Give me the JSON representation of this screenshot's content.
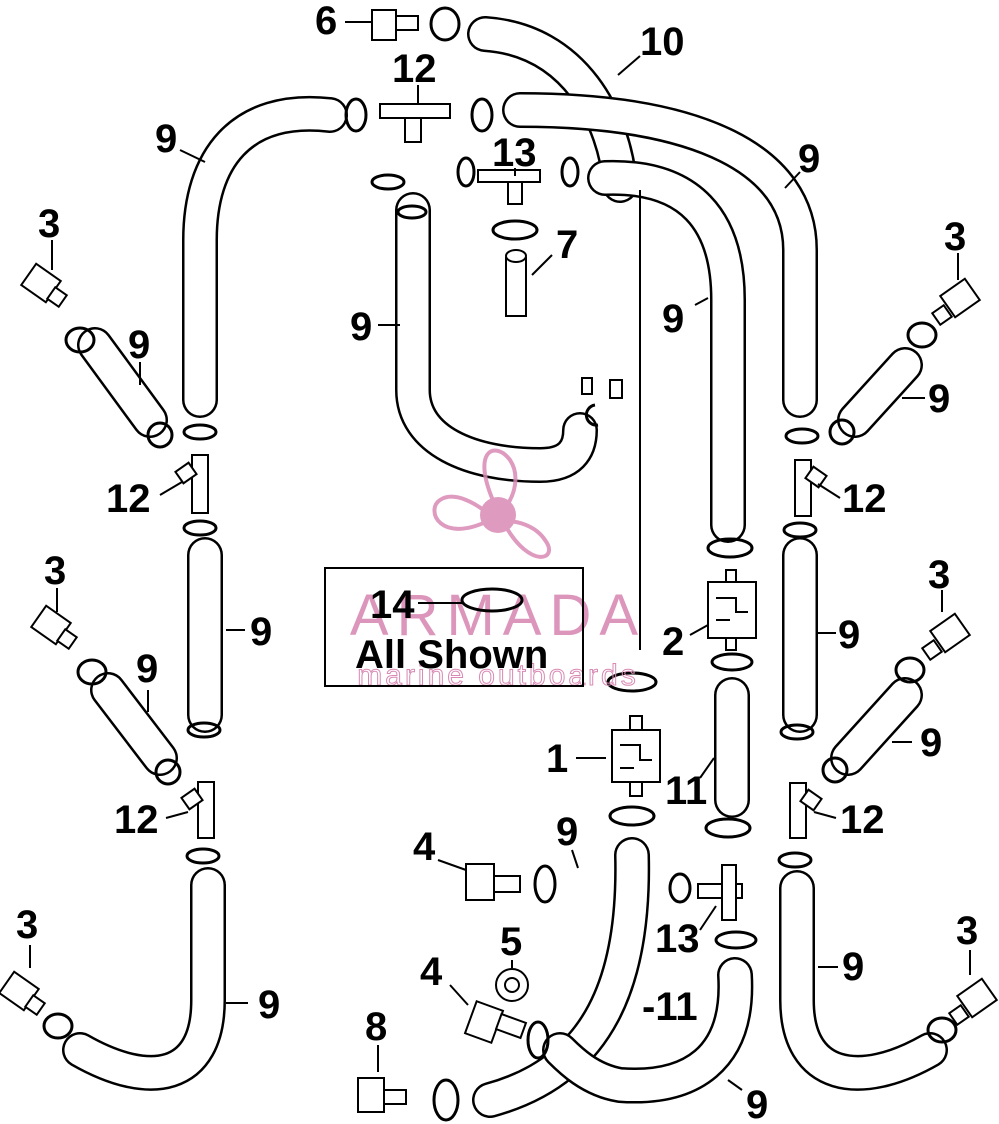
{
  "diagram": {
    "callouts": {
      "c1": "1",
      "c2": "2",
      "c3a": "3",
      "c3b": "3",
      "c3c": "3",
      "c3d": "3",
      "c3e": "3",
      "c3f": "3",
      "c4a": "4",
      "c4b": "4",
      "c5": "5",
      "c6": "6",
      "c7": "7",
      "c8": "8",
      "c9a": "9",
      "c9b": "9",
      "c9c": "9",
      "c9d": "9",
      "c9e": "9",
      "c9f": "9",
      "c9g": "9",
      "c9h": "9",
      "c9i": "9",
      "c9j": "9",
      "c9k": "9",
      "c9l": "9",
      "c9m": "9",
      "c9n": "9",
      "c10": "10",
      "c11a": "11",
      "c11b": "-11",
      "c12a": "12",
      "c12b": "12",
      "c12c": "12",
      "c12d": "12",
      "c12e": "12",
      "c13a": "13",
      "c13b": "13"
    },
    "inset": {
      "number": "14",
      "caption": "All Shown"
    },
    "watermark": {
      "brand": "ARMADA",
      "tagline": "marine outboards",
      "color": "#d98ab4"
    }
  }
}
